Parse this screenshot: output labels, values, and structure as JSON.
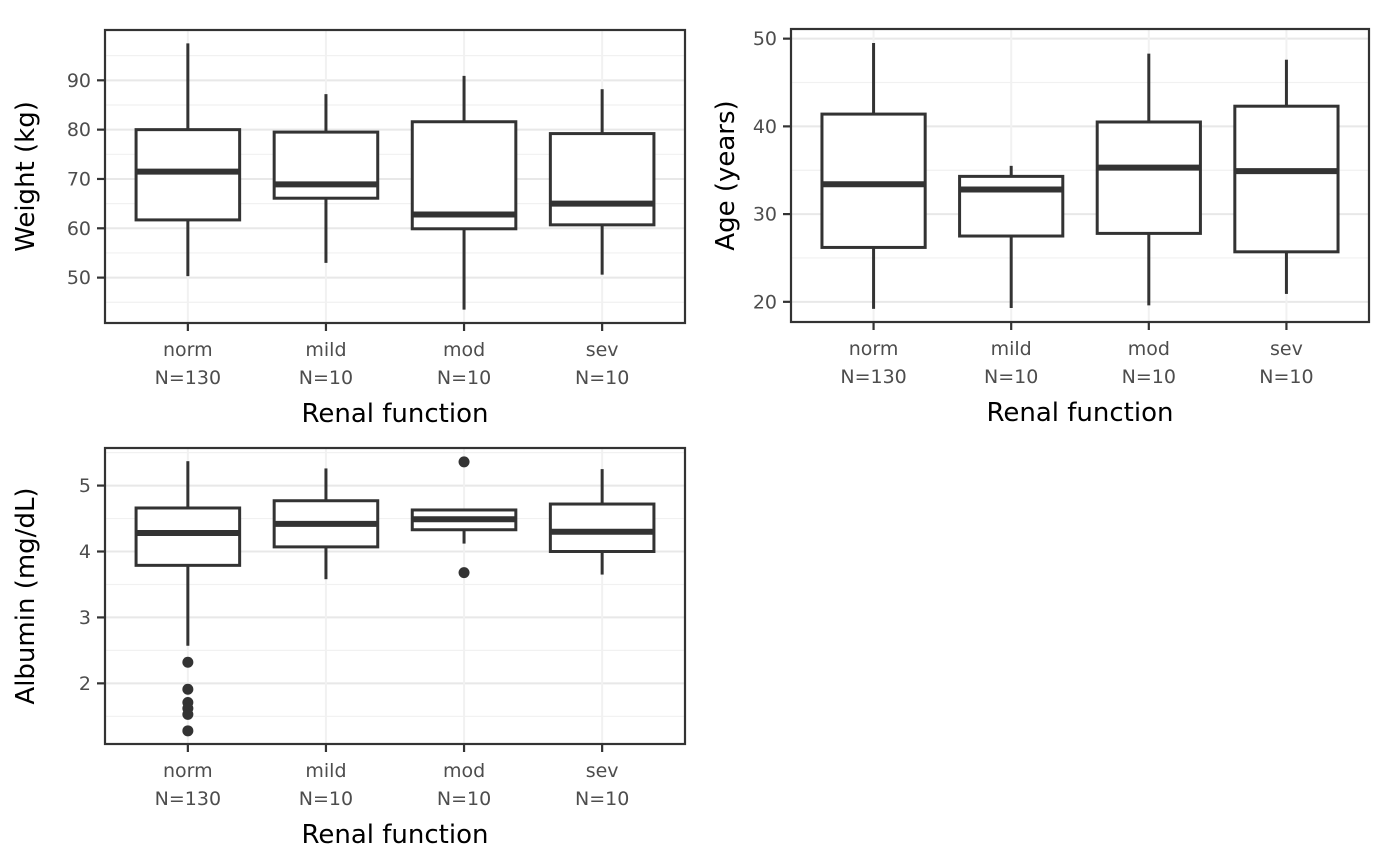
{
  "figure": {
    "background": "#ffffff",
    "description_labels": {
      "x_axis_title": "Renal function",
      "weight_axis_title": "Weight (kg)",
      "age_axis_title": "Age (years)",
      "albumin_axis_title": "Albumin (mg/dL)"
    }
  },
  "style": {
    "box_line_color": "#333333",
    "panel_border_color": "#333333",
    "grid_major_color": "#e8e8e8",
    "grid_minor_color": "#f1f1f1",
    "tick_mark_color": "#333333",
    "tick_label_color": "#4d4d4d",
    "axis_title_color": "#000000",
    "outlier_color": "#333333",
    "box_fill": "#ffffff"
  },
  "chart_data": [
    {
      "type": "boxplot",
      "title": "",
      "xlabel": "Renal function",
      "ylabel": "Weight (kg)",
      "categories": [
        "norm",
        "mild",
        "mod",
        "sev"
      ],
      "category_counts": [
        "N=130",
        "N=10",
        "N=10",
        "N=10"
      ],
      "yticks": [
        50,
        60,
        70,
        80,
        90
      ],
      "yticks_minor": [
        45,
        55,
        65,
        75,
        85,
        95
      ],
      "ylim": [
        40.8,
        100.2
      ],
      "grid": true,
      "legend": "none",
      "boxes": [
        {
          "category": "norm",
          "count_label": "N=130",
          "min": 50.3,
          "q1": 61.7,
          "median": 71.5,
          "q3": 80.0,
          "max": 97.5,
          "outliers": []
        },
        {
          "category": "mild",
          "count_label": "N=10",
          "min": 53.0,
          "q1": 66.1,
          "median": 68.9,
          "q3": 79.5,
          "max": 87.2,
          "outliers": []
        },
        {
          "category": "mod",
          "count_label": "N=10",
          "min": 43.5,
          "q1": 59.9,
          "median": 62.8,
          "q3": 81.6,
          "max": 90.9,
          "outliers": []
        },
        {
          "category": "sev",
          "count_label": "N=10",
          "min": 50.6,
          "q1": 60.7,
          "median": 65.0,
          "q3": 79.2,
          "max": 88.2,
          "outliers": []
        }
      ]
    },
    {
      "type": "boxplot",
      "title": "",
      "xlabel": "Renal function",
      "ylabel": "Age (years)",
      "categories": [
        "norm",
        "mild",
        "mod",
        "sev"
      ],
      "category_counts": [
        "N=130",
        "N=10",
        "N=10",
        "N=10"
      ],
      "yticks": [
        20,
        30,
        40,
        50
      ],
      "yticks_minor": [
        25,
        35,
        45
      ],
      "ylim": [
        17.7,
        51.1
      ],
      "grid": true,
      "legend": "none",
      "boxes": [
        {
          "category": "norm",
          "count_label": "N=130",
          "min": 19.2,
          "q1": 26.2,
          "median": 33.4,
          "q3": 41.4,
          "max": 49.5,
          "outliers": []
        },
        {
          "category": "mild",
          "count_label": "N=10",
          "min": 19.3,
          "q1": 27.5,
          "median": 32.8,
          "q3": 34.3,
          "max": 35.5,
          "outliers": []
        },
        {
          "category": "mod",
          "count_label": "N=10",
          "min": 19.6,
          "q1": 27.8,
          "median": 35.3,
          "q3": 40.5,
          "max": 48.3,
          "outliers": []
        },
        {
          "category": "sev",
          "count_label": "N=10",
          "min": 20.9,
          "q1": 25.7,
          "median": 34.9,
          "q3": 42.3,
          "max": 47.6,
          "outliers": []
        }
      ]
    },
    {
      "type": "boxplot",
      "title": "",
      "xlabel": "Renal function",
      "ylabel": "Albumin (mg/dL)",
      "categories": [
        "norm",
        "mild",
        "mod",
        "sev"
      ],
      "category_counts": [
        "N=130",
        "N=10",
        "N=10",
        "N=10"
      ],
      "yticks": [
        2,
        3,
        4,
        5
      ],
      "yticks_minor": [
        1.5,
        2.5,
        3.5,
        4.5,
        5.5
      ],
      "ylim": [
        1.08,
        5.57
      ],
      "grid": true,
      "legend": "none",
      "boxes": [
        {
          "category": "norm",
          "count_label": "N=130",
          "min": 2.57,
          "q1": 3.79,
          "median": 4.28,
          "q3": 4.66,
          "max": 5.37,
          "outliers": [
            2.32,
            1.91,
            1.71,
            1.62,
            1.53,
            1.28
          ]
        },
        {
          "category": "mild",
          "count_label": "N=10",
          "min": 3.58,
          "q1": 4.07,
          "median": 4.42,
          "q3": 4.77,
          "max": 5.26,
          "outliers": []
        },
        {
          "category": "mod",
          "count_label": "N=10",
          "min": 4.12,
          "q1": 4.33,
          "median": 4.49,
          "q3": 4.63,
          "max": 4.63,
          "outliers": [
            5.36,
            3.68
          ]
        },
        {
          "category": "sev",
          "count_label": "N=10",
          "min": 3.65,
          "q1": 4.0,
          "median": 4.3,
          "q3": 4.72,
          "max": 5.25,
          "outliers": []
        }
      ]
    }
  ]
}
